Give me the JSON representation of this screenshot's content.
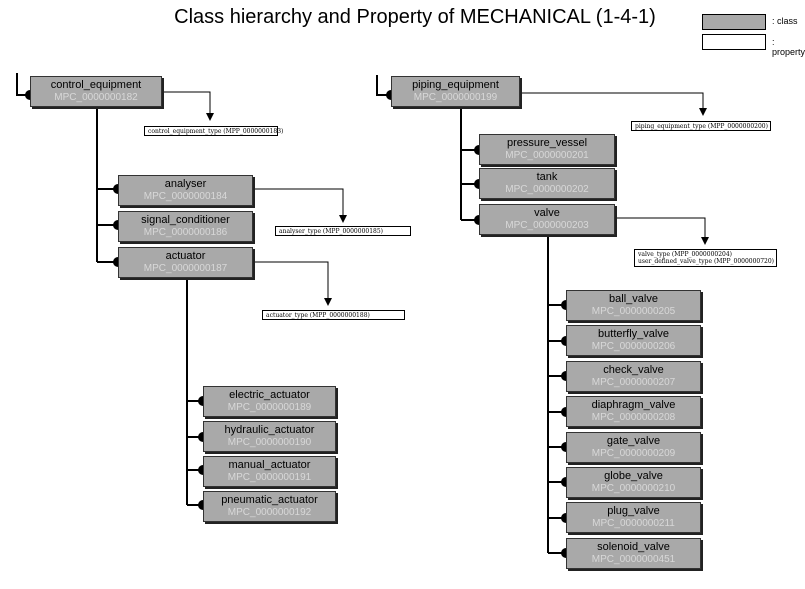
{
  "title": "Class hierarchy and Property of MECHANICAL (1-4-1)",
  "legend": {
    "class_label": ": class",
    "property_label": ": property",
    "class_color": "#a9a9a9",
    "property_color": "#ffffff"
  },
  "classes": {
    "control_equipment": {
      "name": "control_equipment",
      "id": "MPC_0000000182"
    },
    "analyser": {
      "name": "analyser",
      "id": "MPC_0000000184"
    },
    "signal_conditioner": {
      "name": "signal_conditioner",
      "id": "MPC_0000000186"
    },
    "actuator": {
      "name": "actuator",
      "id": "MPC_0000000187"
    },
    "electric_actuator": {
      "name": "electric_actuator",
      "id": "MPC_0000000189"
    },
    "hydraulic_actuator": {
      "name": "hydraulic_actuator",
      "id": "MPC_0000000190"
    },
    "manual_actuator": {
      "name": "manual_actuator",
      "id": "MPC_0000000191"
    },
    "pneumatic_actuator": {
      "name": "pneumatic_actuator",
      "id": "MPC_0000000192"
    },
    "piping_equipment": {
      "name": "piping_equipment",
      "id": "MPC_0000000199"
    },
    "pressure_vessel": {
      "name": "pressure_vessel",
      "id": "MPC_0000000201"
    },
    "tank": {
      "name": "tank",
      "id": "MPC_0000000202"
    },
    "valve": {
      "name": "valve",
      "id": "MPC_0000000203"
    },
    "ball_valve": {
      "name": "ball_valve",
      "id": "MPC_0000000205"
    },
    "butterfly_valve": {
      "name": "butterfly_valve",
      "id": "MPC_0000000206"
    },
    "check_valve": {
      "name": "check_valve",
      "id": "MPC_0000000207"
    },
    "diaphragm_valve": {
      "name": "diaphragm_valve",
      "id": "MPC_0000000208"
    },
    "gate_valve": {
      "name": "gate_valve",
      "id": "MPC_0000000209"
    },
    "globe_valve": {
      "name": "globe_valve",
      "id": "MPC_0000000210"
    },
    "plug_valve": {
      "name": "plug_valve",
      "id": "MPC_0000000211"
    },
    "solenoid_valve": {
      "name": "solenoid_valve",
      "id": "MPC_0000000451"
    }
  },
  "properties": {
    "control_equipment_type": "control_equipment_type (MPP_0000000183)",
    "analyser_type": "analyser_type (MPP_0000000185)",
    "actuator_type": "actuator_type (MPP_0000000188)",
    "piping_equipment_type": "piping_equipment_type (MPP_0000000200)",
    "valve_type": "valve_type (MPP_0000000204)",
    "user_defined_valve_type": "user_defined_valve_type (MPP_0000000720)"
  }
}
